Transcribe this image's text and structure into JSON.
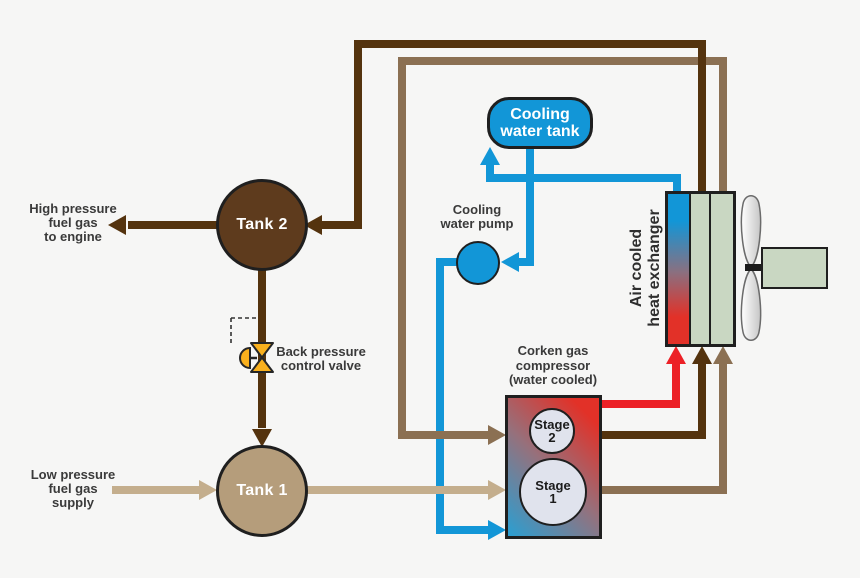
{
  "colors": {
    "bg": "#f6f6f5",
    "label": "#3a3a3a",
    "outline": "#1f1f1f",
    "dark_brown": "#54330e",
    "mid_brown": "#8b7053",
    "tan": "#c4ae8d",
    "blue": "#1296d7",
    "blue2": "#2a9fd2",
    "red": "#ec2026",
    "red2": "#e23128",
    "tank2_fill": "#5e3b1d",
    "tank1_fill": "#b59d7b",
    "pale_green": "#c9d7c2",
    "stage_fill": "#e0e3ed",
    "valve_yellow": "#f9b01d"
  },
  "labels": {
    "high_pressure_out": "High pressure\nfuel gas\nto engine",
    "low_pressure_in": "Low pressure\nfuel gas\nsupply",
    "tank2": "Tank 2",
    "tank1": "Tank 1",
    "back_pressure_valve": "Back pressure\ncontrol valve",
    "cooling_water_tank": "Cooling\nwater tank",
    "cooling_water_pump": "Cooling\nwater pump",
    "compressor": "Corken gas\ncompressor\n(water cooled)",
    "stage2": "Stage\n2",
    "stage1": "Stage\n1",
    "heat_exchanger": "Air cooled\nheat exchanger"
  }
}
